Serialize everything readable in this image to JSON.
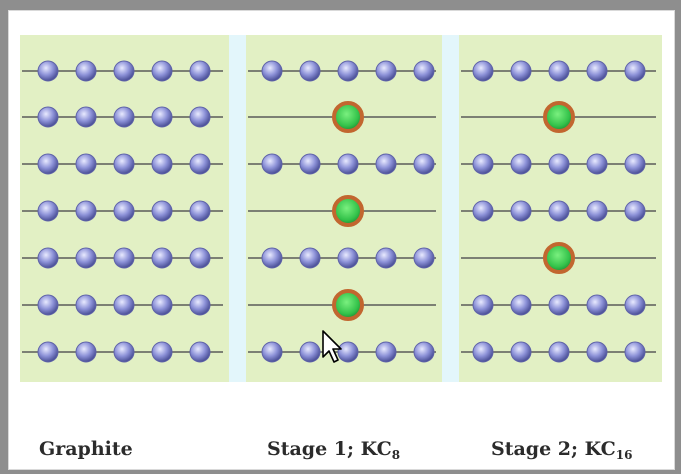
{
  "captions": [
    {
      "main": "Graphite",
      "sub": ""
    },
    {
      "main": "Stage 1; KC",
      "sub": "8"
    },
    {
      "main": "Stage 2; KC",
      "sub": "16"
    }
  ],
  "panels": [
    {
      "layers": [
        "C",
        "C",
        "C",
        "C",
        "C",
        "C",
        "C"
      ]
    },
    {
      "layers": [
        "C",
        "K",
        "C",
        "K",
        "C",
        "K",
        "C"
      ]
    },
    {
      "layers": [
        "C",
        "K",
        "C",
        "C",
        "K",
        "C",
        "C"
      ]
    }
  ],
  "colors": {
    "panel_bg": "#e2f0c4",
    "carbon": "#8d92d8",
    "potassium": "#33c24a",
    "potassium_ring": "#c2662f",
    "bond": "#5a5a5a"
  },
  "icons": {
    "cursor": "mouse-pointer-icon"
  }
}
